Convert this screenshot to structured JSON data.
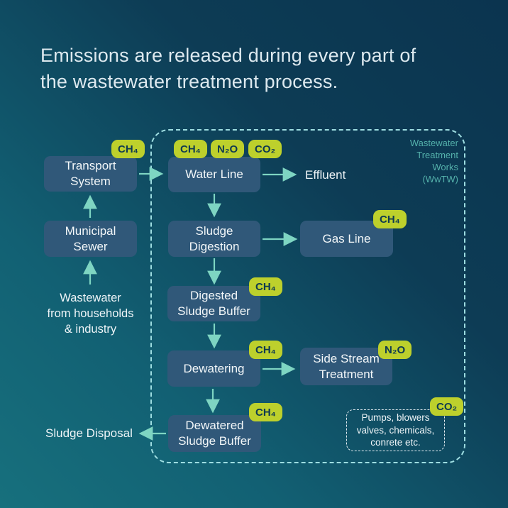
{
  "title": "Emissions are released during every part of\nthe wastewater treatment process.",
  "container_label": "Wastewater\nTreatment\nWorks\n(WwTW)",
  "gases": {
    "ch4": "CH₄",
    "n2o": "N₂O",
    "co2": "CO₂"
  },
  "nodes": {
    "transport_system": "Transport\nSystem",
    "water_line": "Water Line",
    "municipal_sewer": "Municipal\nSewer",
    "sludge_digestion": "Sludge\nDigestion",
    "gas_line": "Gas Line",
    "digested_sludge_buffer": "Digested\nSludge Buffer",
    "dewatering": "Dewatering",
    "side_stream_treatment": "Side Stream\nTreatment",
    "dewatered_sludge_buffer": "Dewatered\nSludge Buffer"
  },
  "labels": {
    "effluent": "Effluent",
    "sludge_disposal": "Sludge Disposal",
    "wastewater_source": "Wastewater\nfrom households\n& industry",
    "pumps_note": "Pumps, blowers\nvalves, chemicals,\nconrete etc."
  },
  "colors": {
    "pill_fill": "#bdd02c",
    "pill_text": "#0e3950",
    "node_fill": "#305879",
    "arrow": "#7ed5c2",
    "dashed_boundary": "#9edde1",
    "container_label_text": "#54b1ab",
    "background_dark": "#0b344f",
    "background_teal": "#17707d"
  }
}
